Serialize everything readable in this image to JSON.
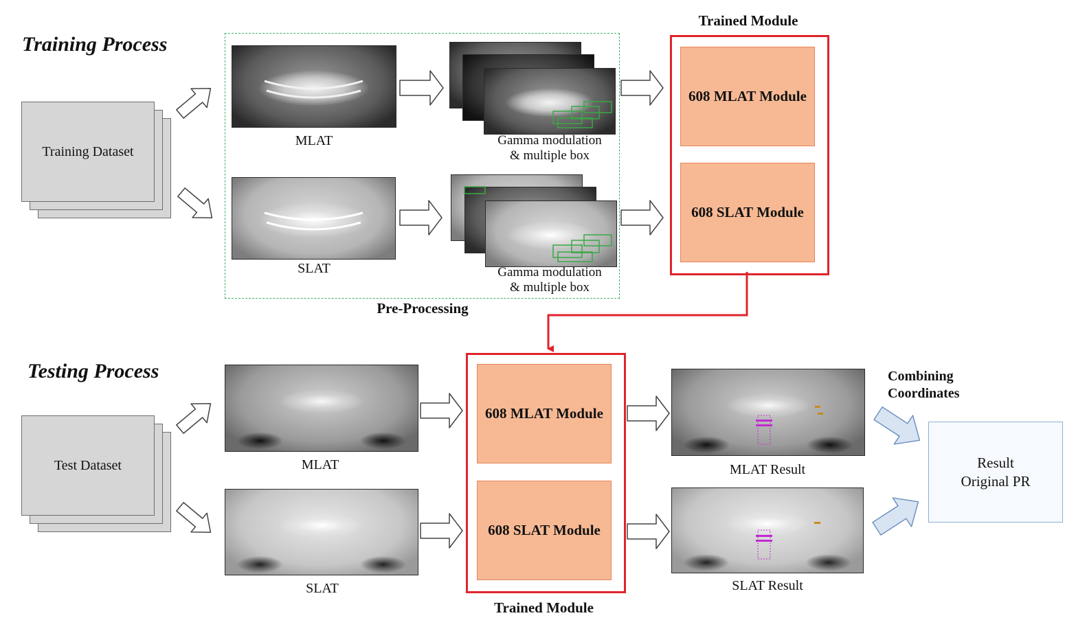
{
  "training_title": "Training Process",
  "testing_title": "Testing Process",
  "training_dataset": "Training Dataset",
  "test_dataset": "Test Dataset",
  "train_mlat_label": "MLAT",
  "train_slat_label": "SLAT",
  "gamma_label_1_line1": "Gamma modulation",
  "gamma_label_1_line2": "& multiple box",
  "gamma_label_2_line1": "Gamma modulation",
  "gamma_label_2_line2": "& multiple box",
  "preprocessing_label": "Pre-Processing",
  "trained_module_top_title": "Trained Module",
  "trained_module_bottom_title": "Trained Module",
  "module_mlat_top": "608 MLAT Module",
  "module_slat_top": "608 SLAT Module",
  "module_mlat_bottom": "608 MLAT Module",
  "module_slat_bottom": "608 SLAT Module",
  "test_mlat_label": "MLAT",
  "test_slat_label": "SLAT",
  "mlat_result_label": "MLAT Result",
  "slat_result_label": "SLAT Result",
  "combining_line1": "Combining",
  "combining_line2": "Coordinates",
  "result_line1": "Result",
  "result_line2": "Original PR",
  "colors": {
    "module_fill": "#f7b994",
    "trained_border": "#e0242a",
    "preprocessing_border": "#3fae6a",
    "result_border": "#8eaed2",
    "combine_arrow_fill": "#d9e4f3"
  }
}
